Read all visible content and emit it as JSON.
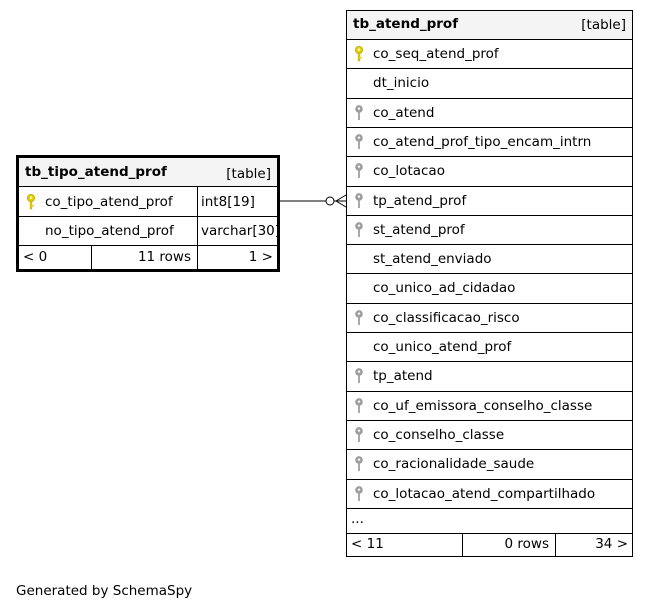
{
  "tables": {
    "tipo": {
      "name": "tb_tipo_atend_prof",
      "kind": "[table]",
      "columns": [
        {
          "name": "co_tipo_atend_prof",
          "type": "int8[19]",
          "icon": "primary-key-icon"
        },
        {
          "name": "no_tipo_atend_prof",
          "type": "varchar[30]",
          "icon": "none"
        }
      ],
      "footer": {
        "parents": "< 0",
        "rows": "11 rows",
        "children": "1 >"
      }
    },
    "atend": {
      "name": "tb_atend_prof",
      "kind": "[table]",
      "columns": [
        {
          "name": "co_seq_atend_prof",
          "icon": "primary-key-icon"
        },
        {
          "name": "dt_inicio",
          "icon": "none"
        },
        {
          "name": "co_atend",
          "icon": "foreign-key-icon"
        },
        {
          "name": "co_atend_prof_tipo_encam_intrn",
          "icon": "foreign-key-icon"
        },
        {
          "name": "co_lotacao",
          "icon": "foreign-key-icon"
        },
        {
          "name": "tp_atend_prof",
          "icon": "foreign-key-icon"
        },
        {
          "name": "st_atend_prof",
          "icon": "foreign-key-icon"
        },
        {
          "name": "st_atend_enviado",
          "icon": "none"
        },
        {
          "name": "co_unico_ad_cidadao",
          "icon": "none"
        },
        {
          "name": "co_classificacao_risco",
          "icon": "foreign-key-icon"
        },
        {
          "name": "co_unico_atend_prof",
          "icon": "none"
        },
        {
          "name": "tp_atend",
          "icon": "foreign-key-icon"
        },
        {
          "name": "co_uf_emissora_conselho_classe",
          "icon": "foreign-key-icon"
        },
        {
          "name": "co_conselho_classe",
          "icon": "foreign-key-icon"
        },
        {
          "name": "co_racionalidade_saude",
          "icon": "foreign-key-icon"
        },
        {
          "name": "co_lotacao_atend_compartilhado",
          "icon": "foreign-key-icon"
        }
      ],
      "more": "...",
      "footer": {
        "parents": "< 11",
        "rows": "0 rows",
        "children": "34 >"
      }
    }
  },
  "caption": "Generated by SchemaSpy",
  "colors": {
    "primary_key": "#e8d200",
    "foreign_key": "#a0a0a0",
    "header_bg": "#f4f4f4"
  }
}
